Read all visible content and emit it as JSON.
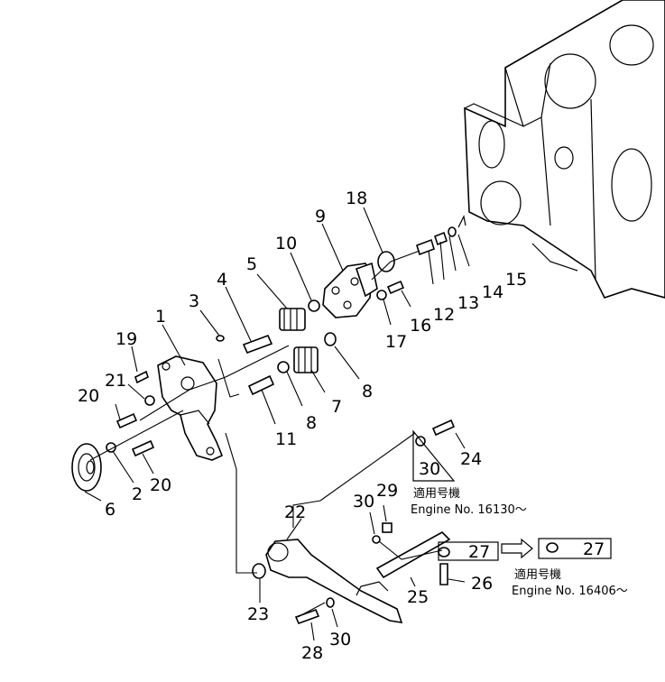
{
  "callouts": {
    "c1": "1",
    "c2": "2",
    "c3": "3",
    "c4": "4",
    "c5": "5",
    "c6": "6",
    "c7": "7",
    "c8a": "8",
    "c8b": "8",
    "c9": "9",
    "c10": "10",
    "c11": "11",
    "c12": "12",
    "c13": "13",
    "c14": "14",
    "c15": "15",
    "c16": "16",
    "c17": "17",
    "c18": "18",
    "c19": "19",
    "c20a": "20",
    "c20b": "20",
    "c21": "21",
    "c22": "22",
    "c23": "23",
    "c24": "24",
    "c25": "25",
    "c26": "26",
    "c27a": "27",
    "c27b": "27",
    "c28": "28",
    "c29": "29",
    "c30a": "30",
    "c30b": "30",
    "c30c": "30"
  },
  "notes": {
    "applicable_1": "適用号機",
    "engine_1": "Engine  No. 16130～",
    "applicable_2": "適用号機",
    "engine_2": "Engine  No. 16406～"
  }
}
